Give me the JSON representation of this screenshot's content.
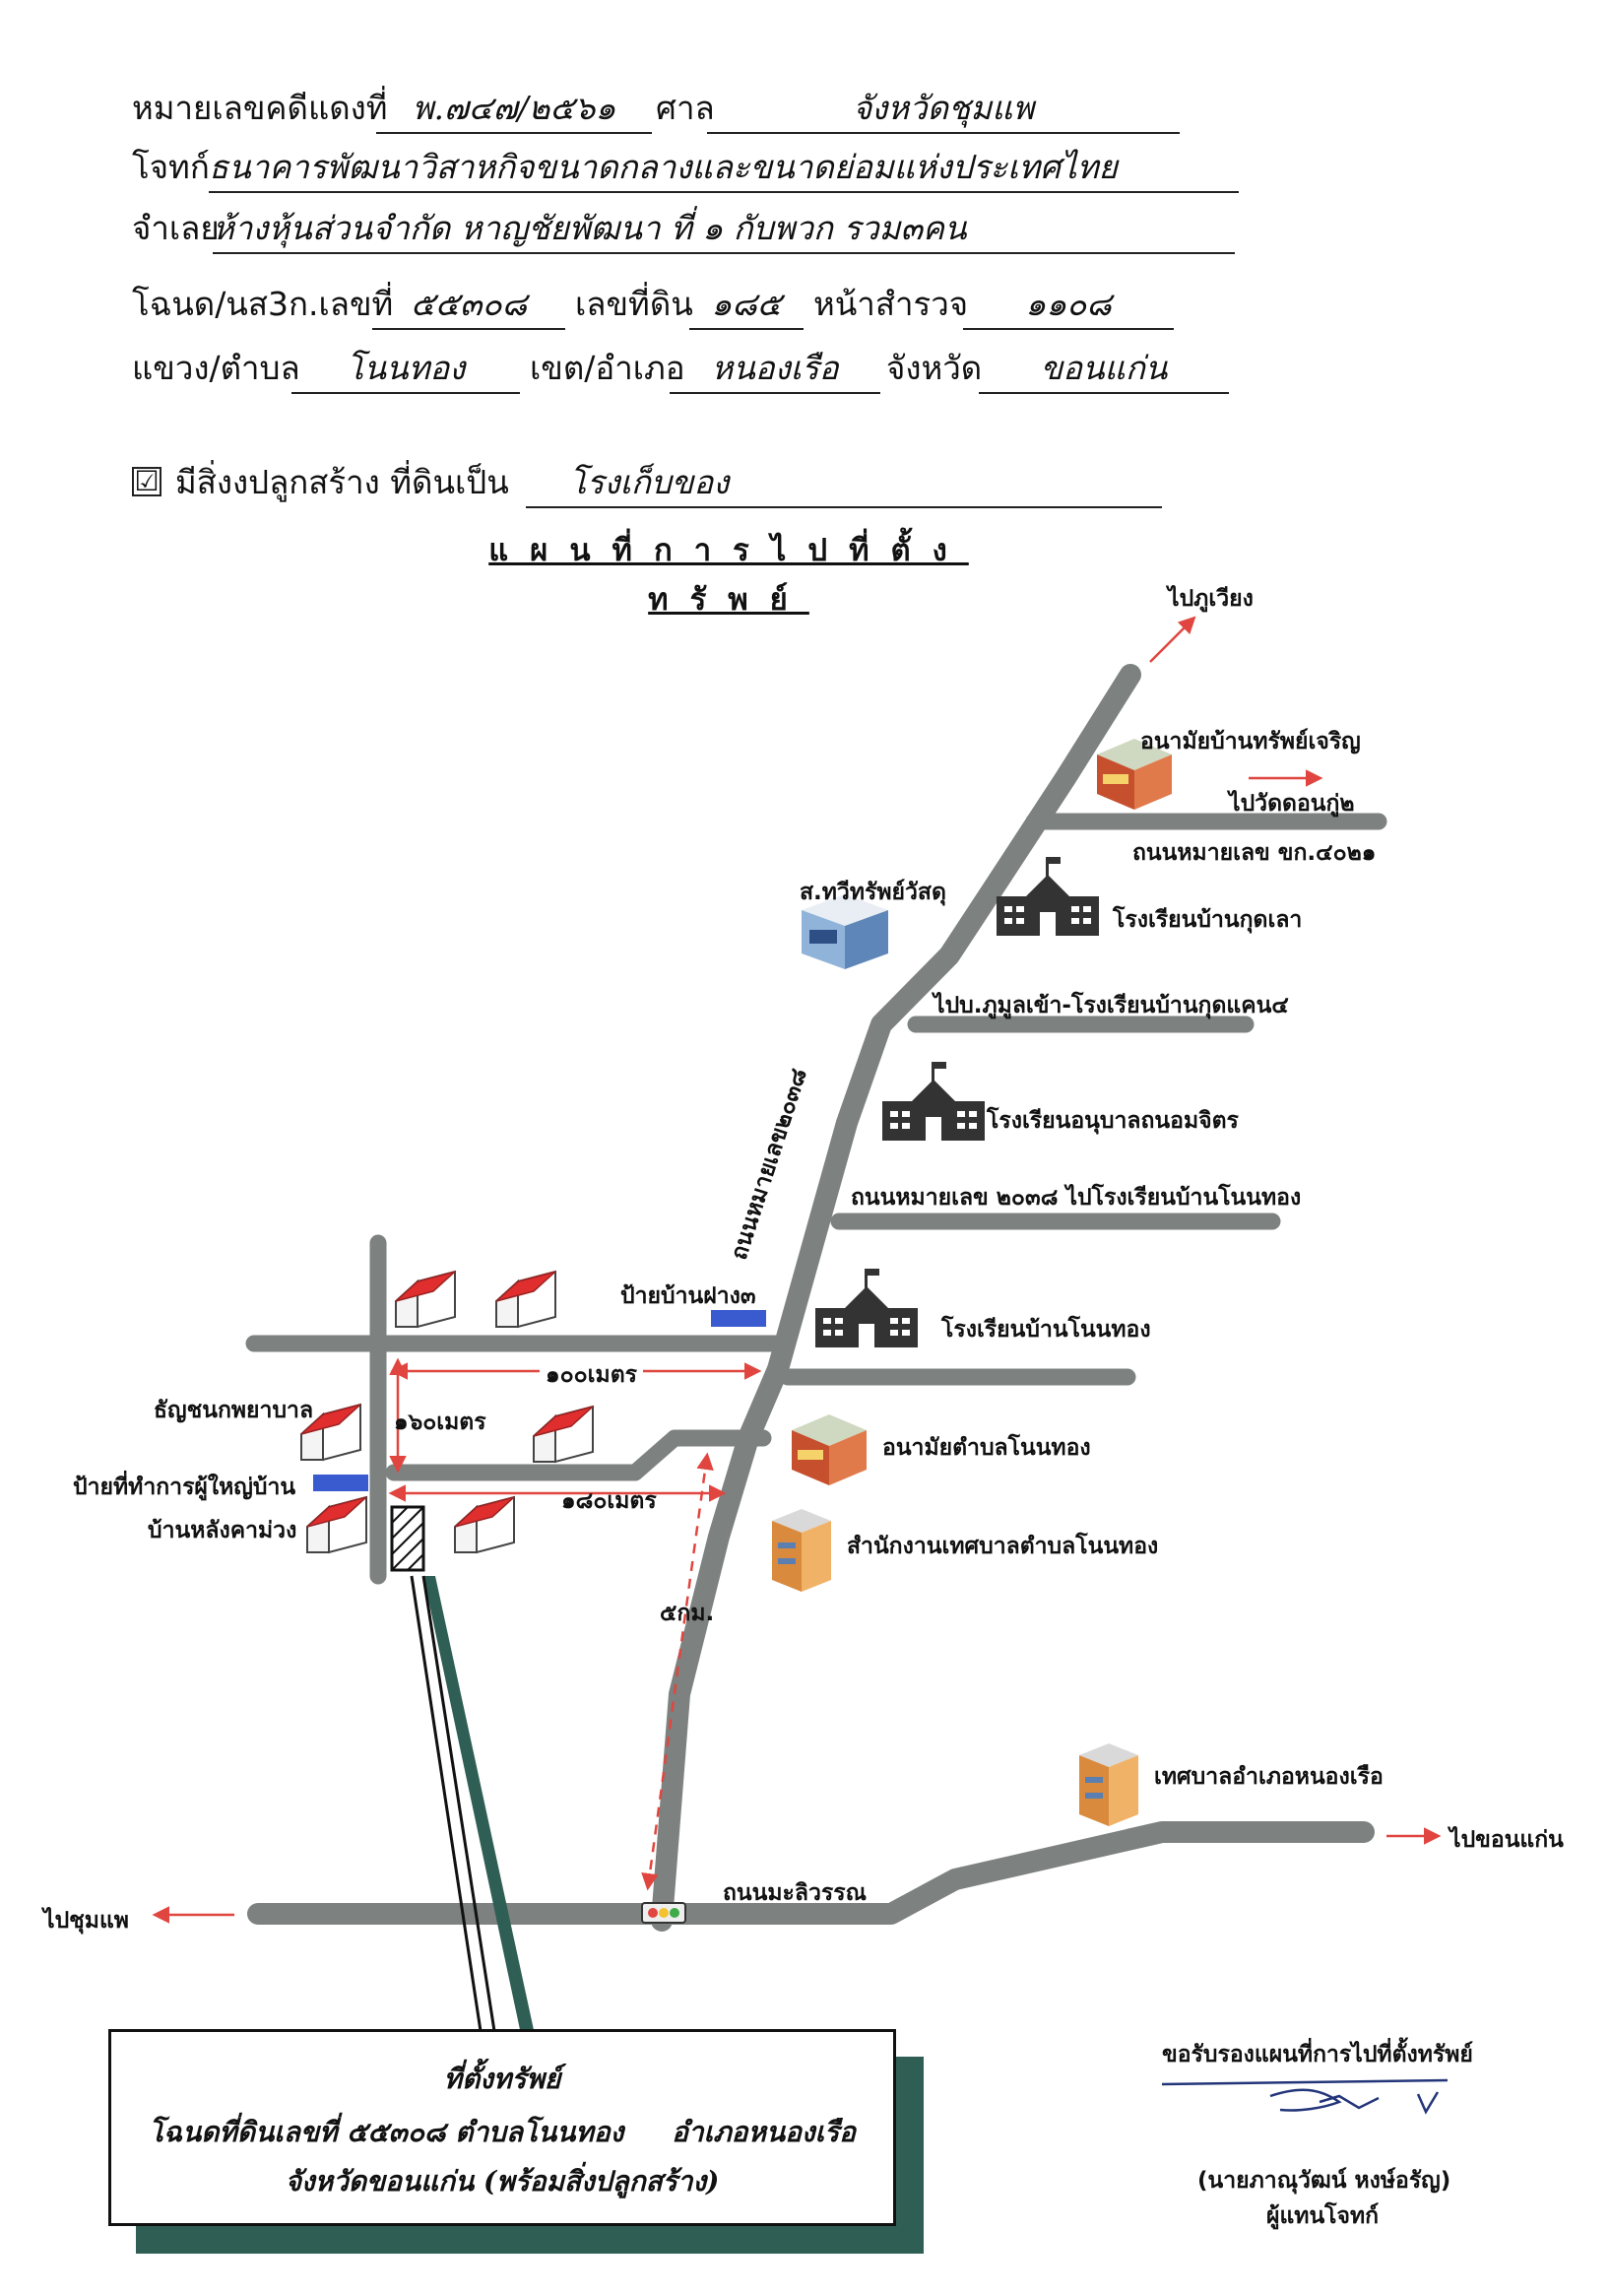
{
  "header": {
    "case_label": "หมายเลขคดีแดงที่",
    "case_no": "พ.๗๔๗/๒๕๖๑",
    "court_label": "ศาล",
    "court": "จังหวัดชุมแพ",
    "plaintiff_label": "โจทก์",
    "plaintiff": "ธนาคารพัฒนาวิสาหกิจขนาดกลางและขนาดย่อมแห่งประเทศไทย",
    "defendant_label": "จำเลย",
    "defendant": "ห้างหุ้นส่วนจำกัด หาญชัยพัฒนา ที่ ๑ กับพวก รวม๓คน",
    "deed_label": "โฉนด/นส3ก.เลขที่",
    "deed_no": "๕๕๓๐๘",
    "land_no_label": "เลขที่ดิน",
    "land_no": "๑๘๕",
    "survey_label": "หน้าสำรวจ",
    "survey_no": "๑๑๐๘",
    "subdistrict_label": "แขวง/ตำบล",
    "subdistrict": "โนนทอง",
    "district_label": "เขต/อำเภอ",
    "district": "หนองเรือ",
    "province_label": "จังหวัด",
    "province": "ขอนแก่น",
    "building_label": "มีสิ่งงปลูกสร้าง ที่ดินเป็น",
    "building": "โรงเก็บของ",
    "checked": "☑"
  },
  "map_title": "แผนที่การไปที่ตั้งทรัพย์",
  "map": {
    "to_phu_wiang": "ไปภูเวียง",
    "health_center_sap_charoen": "อนามัยบ้านทรัพย์เจริญ",
    "to_wat_don_ku": "ไปวัดดอนกู่๒",
    "road_khk4021": "ถนนหมายเลข ขก.๔๐๒๑",
    "sap_wasadu": "ส.ทวีทรัพย์วัสดุ",
    "school_kut_lao": "โรงเรียนบ้านกุดเลา",
    "to_phu_mun": "ไปบ.ภูมูลเข้า-โรงเรียนบ้านกุดแคน๔",
    "road_2038_vertical": "ถนนหมายเลข๒๐๓๘",
    "kindergarten": "โรงเรียนอนุบาลถนอมจิตร",
    "road_2038_label": "ถนนหมายเลข ๒๐๓๘ ไปโรงเรียนบ้านโนนทอง",
    "sign_fang3": "ป้ายบ้านฝาง๓",
    "school_non_thong": "โรงเรียนบ้านโนนทอง",
    "dist_100m": "๑๐๐เมตร",
    "thanyachon": "ธัญชนกพยาบาล",
    "dist_160m": "๑๖๐เมตร",
    "headman_sign": "ป้ายที่ทำการผู้ใหญ่บ้าน",
    "dist_180m": "๑๘๐เมตร",
    "health_non_thong": "อนามัยตำบลโนนทอง",
    "house_lang_kham_muang": "บ้านหลังคาม่วง",
    "municipal_office": "สำนักงานเทศบาลตำบลโนนทอง",
    "dist_5km": "๕กม.",
    "nong_ruea_municipality": "เทศบาลอำเภอหนองเรือ",
    "to_khon_kaen": "ไปขอนแก่น",
    "to_chum_phae": "ไปชุมแพ",
    "road_mali": "ถนนมะลิวรรณ"
  },
  "location_box": {
    "title": "ที่ตั้งทรัพย์",
    "line1": "โฉนดที่ดินเลขที่ ๕๕๓๐๘ ตำบลโนนทอง     อำเภอหนองเรือ",
    "line2": "จังหวัดขอนแก่น (พร้อมสิ่งปลูกสร้าง)"
  },
  "signature": {
    "certify": "ขอรับรองแผนที่การไปที่ตั้งทรัพย์",
    "name": "(นายภาณุวัฒน์ หงษ์อรัญ)",
    "role": "ผู้แทนโจทก์"
  },
  "colors": {
    "road": "#7d8180",
    "arrow": "#e0463f",
    "roof": "#e02d2d",
    "sign": "#3a5bd0",
    "shadow": "#2f5e54"
  }
}
